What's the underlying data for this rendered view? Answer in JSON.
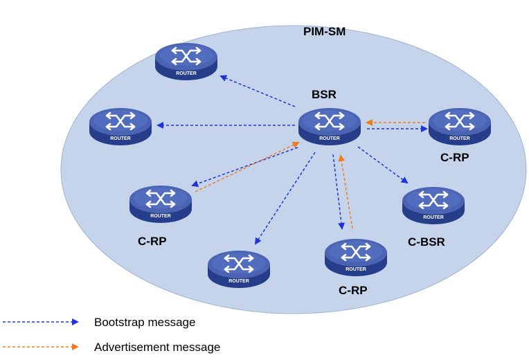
{
  "diagram": {
    "domain_label": "PIM-SM",
    "router_caption": "ROUTER",
    "colors": {
      "domain_fill": "#c5d4ea",
      "domain_stroke": "#9fb3d3",
      "router_top": "#4a63b3",
      "router_side": "#263d8a",
      "bootstrap": "#1f33d6",
      "advertisement": "#f07a1e"
    },
    "routers": [
      {
        "id": "r_top",
        "label": ""
      },
      {
        "id": "r_left",
        "label": ""
      },
      {
        "id": "bsr",
        "label": "BSR"
      },
      {
        "id": "crp_right",
        "label": "C-RP"
      },
      {
        "id": "crp_left",
        "label": "C-RP"
      },
      {
        "id": "cbsr",
        "label": "C-BSR"
      },
      {
        "id": "r_bottom",
        "label": ""
      },
      {
        "id": "crp_bottom",
        "label": "C-RP"
      }
    ],
    "bootstrap_links": [
      {
        "from": "bsr",
        "to": "r_top"
      },
      {
        "from": "bsr",
        "to": "r_left"
      },
      {
        "from": "bsr",
        "to": "crp_left"
      },
      {
        "from": "bsr",
        "to": "r_bottom"
      },
      {
        "from": "bsr",
        "to": "crp_bottom"
      },
      {
        "from": "bsr",
        "to": "cbsr"
      },
      {
        "from": "bsr",
        "to": "crp_right"
      }
    ],
    "advertisement_links": [
      {
        "from": "crp_right",
        "to": "bsr"
      },
      {
        "from": "crp_left",
        "to": "bsr"
      },
      {
        "from": "crp_bottom",
        "to": "bsr"
      }
    ]
  },
  "legend": {
    "bootstrap": "Bootstrap message",
    "advertisement": "Advertisement message"
  }
}
